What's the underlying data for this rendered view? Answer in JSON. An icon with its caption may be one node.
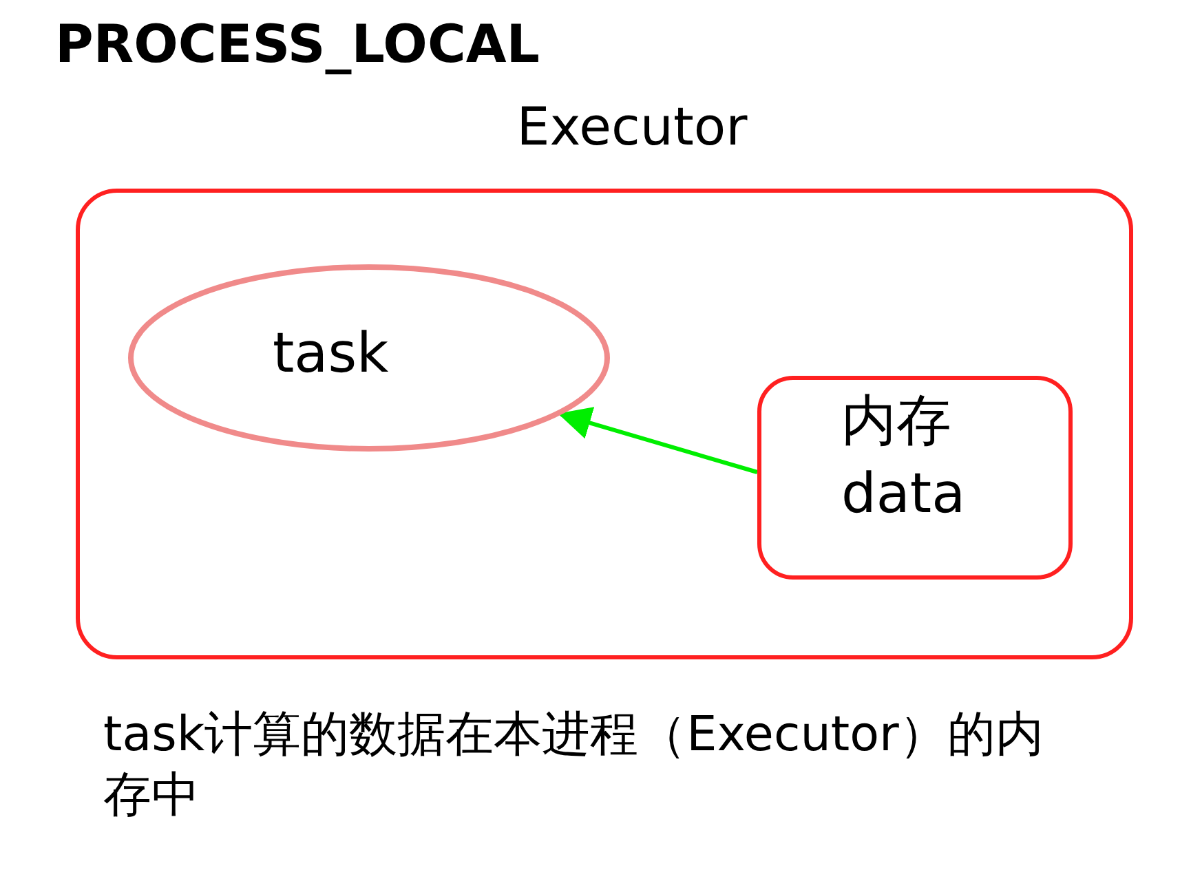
{
  "diagram": {
    "title": "PROCESS_LOCAL",
    "nodes": [
      {
        "text": [
          "Executor"
        ]
      },
      {
        "text": [
          "task"
        ],
        "in": 0
      },
      {
        "text": [
          "内存",
          "data"
        ],
        "in": 0
      }
    ],
    "edges": [
      {
        "from": 2,
        "to": 1,
        "arrow": "to",
        "color": "#00ee00"
      }
    ],
    "caption": "task计算的数据在本进程（Executor）的内存中"
  }
}
